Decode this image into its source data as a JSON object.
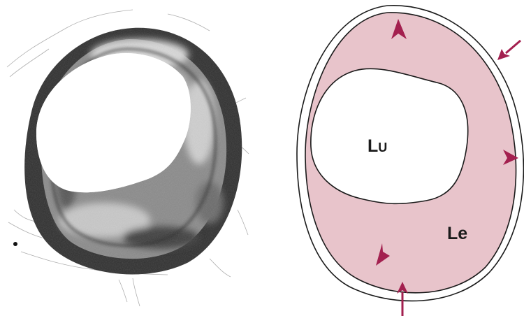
{
  "figure": {
    "colors": {
      "lesion_fill": "#e8c4cb",
      "arrow": "#a3204f",
      "outline": "#1a1a1a",
      "background": "#ffffff"
    },
    "labels": {
      "lumen_main": "L",
      "lumen_sub": "U",
      "lesion": "Le"
    },
    "icons": [
      "arrowhead-icon",
      "arrow-icon"
    ]
  }
}
